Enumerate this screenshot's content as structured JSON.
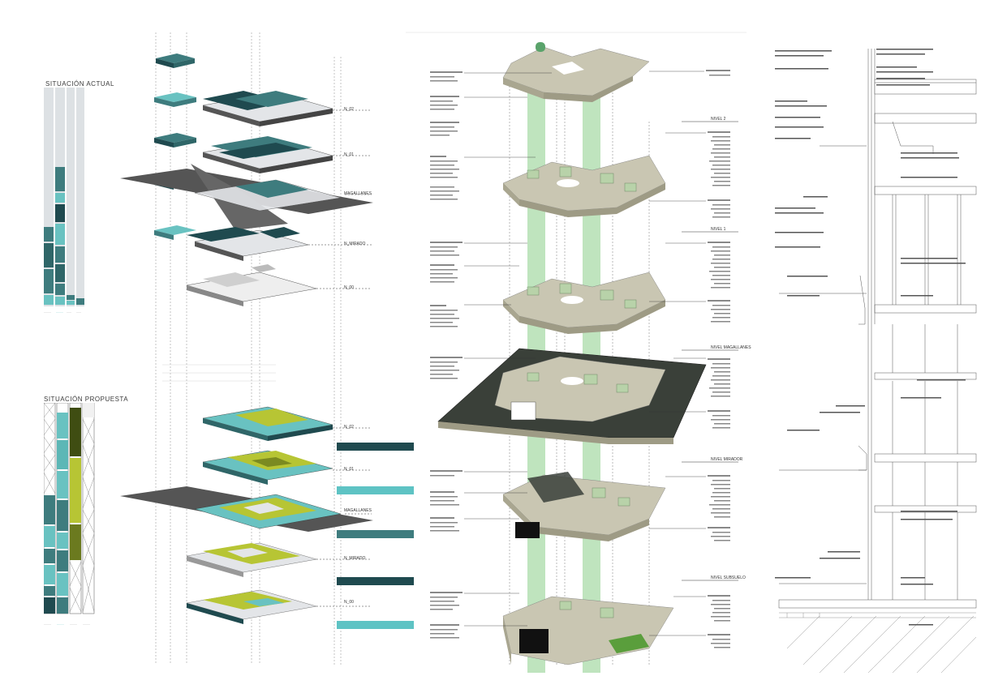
{
  "left_panel": {
    "title_actual": "SITUACIÓN ACTUAL",
    "title_propuesta": "SITUACIÓN PROPUESTA",
    "colors": {
      "light_gray": "#dde1e4",
      "dark_teal": "#1f4a4f",
      "mid_teal": "#3e7c7e",
      "light_teal": "#69c2c1",
      "olive_dark": "#3f4d12",
      "olive_light": "#b7c534"
    }
  },
  "exploded_axo": {
    "levels_top": [
      "N_02",
      "N_01",
      "MAGALLANES",
      "N_MIRADO",
      "N_00"
    ],
    "levels_bottom": [
      "N_02",
      "N_01",
      "MAGALLANES",
      "N_MIRADO",
      "N_00"
    ]
  },
  "central_axo": {
    "levels": [
      "NIVEL 2",
      "NIVEL 1",
      "NIVEL MAGALLANES",
      "NIVEL MIRADOR",
      "NIVEL SUBSUELO"
    ],
    "colors": {
      "slab": "#c9c6b2",
      "slab_side": "#a9a690",
      "green": "#8ccf8a",
      "dark_base": "#3a4039"
    }
  },
  "section": {
    "colors": {
      "line": "#555555"
    }
  }
}
